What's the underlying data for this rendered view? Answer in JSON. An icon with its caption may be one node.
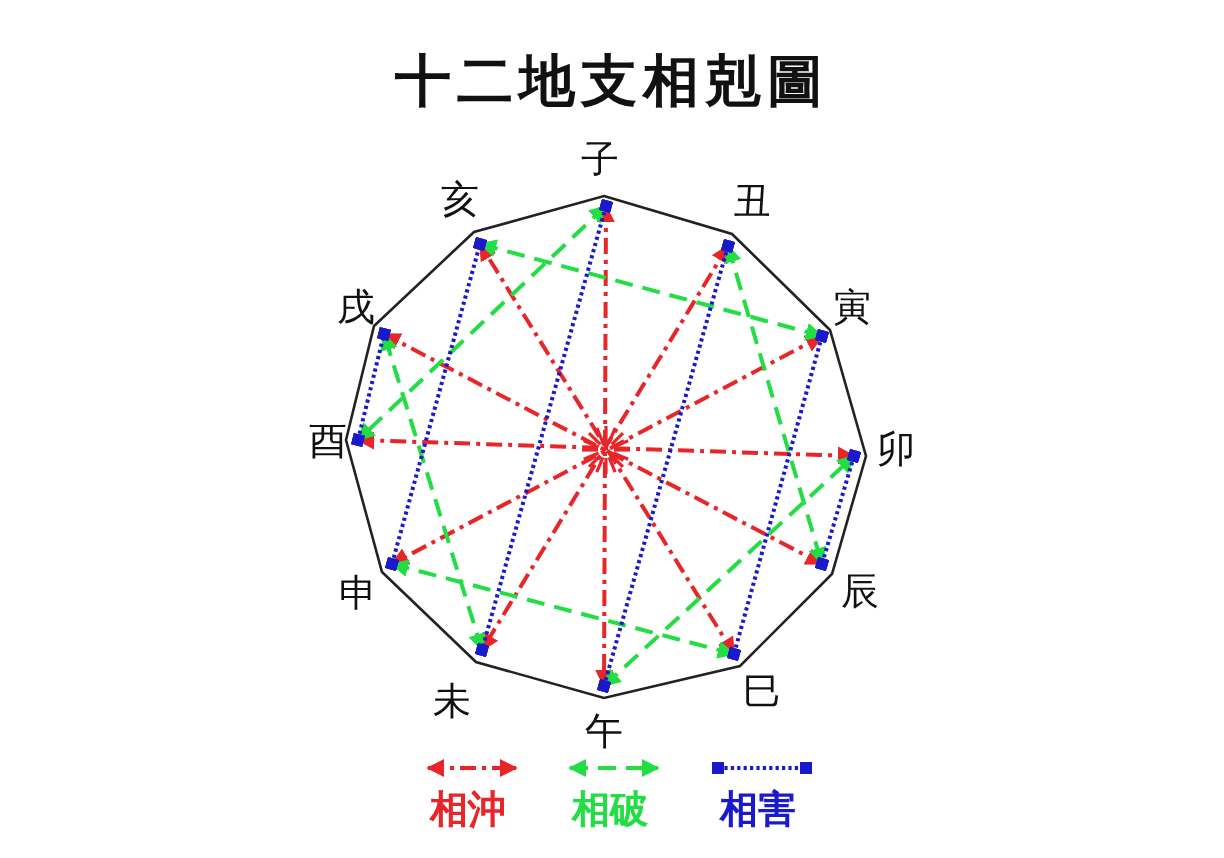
{
  "diagram": {
    "title": "十二地支相剋圖",
    "nodes": [
      {
        "text": [
          "子"
        ]
      },
      {
        "text": [
          "丑"
        ]
      },
      {
        "text": [
          "寅"
        ]
      },
      {
        "text": [
          "卯"
        ]
      },
      {
        "text": [
          "辰"
        ]
      },
      {
        "text": [
          "巳"
        ]
      },
      {
        "text": [
          "午"
        ]
      },
      {
        "text": [
          "未"
        ]
      },
      {
        "text": [
          "申"
        ]
      },
      {
        "text": [
          "酉"
        ]
      },
      {
        "text": [
          "戌"
        ]
      },
      {
        "text": [
          "亥"
        ]
      }
    ],
    "edges": [
      {
        "from": 0,
        "to": 6,
        "arrow": "both",
        "style": "dashed",
        "color": "#e8262a"
      },
      {
        "from": 1,
        "to": 7,
        "arrow": "both",
        "style": "dashed",
        "color": "#e8262a"
      },
      {
        "from": 2,
        "to": 8,
        "arrow": "both",
        "style": "dashed",
        "color": "#e8262a"
      },
      {
        "from": 3,
        "to": 9,
        "arrow": "both",
        "style": "dashed",
        "color": "#e8262a"
      },
      {
        "from": 4,
        "to": 10,
        "arrow": "both",
        "style": "dashed",
        "color": "#e8262a"
      },
      {
        "from": 5,
        "to": 11,
        "arrow": "both",
        "style": "dashed",
        "color": "#e8262a"
      },
      {
        "from": 0,
        "to": 9,
        "arrow": "both",
        "style": "dashed",
        "color": "#22dd44"
      },
      {
        "from": 6,
        "to": 3,
        "arrow": "both",
        "style": "dashed",
        "color": "#22dd44"
      },
      {
        "from": 1,
        "to": 4,
        "arrow": "both",
        "style": "dashed",
        "color": "#22dd44"
      },
      {
        "from": 7,
        "to": 10,
        "arrow": "both",
        "style": "dashed",
        "color": "#22dd44"
      },
      {
        "from": 2,
        "to": 11,
        "arrow": "both",
        "style": "dashed",
        "color": "#22dd44"
      },
      {
        "from": 5,
        "to": 8,
        "arrow": "both",
        "style": "dashed",
        "color": "#22dd44"
      },
      {
        "from": 0,
        "to": 7,
        "arrow": "other",
        "style": "dashed",
        "color": "#1a1acc"
      },
      {
        "from": 1,
        "to": 6,
        "arrow": "other",
        "style": "dashed",
        "color": "#1a1acc"
      },
      {
        "from": 2,
        "to": 5,
        "arrow": "other",
        "style": "dashed",
        "color": "#1a1acc"
      },
      {
        "from": 3,
        "to": 4,
        "arrow": "other",
        "style": "dashed",
        "color": "#1a1acc"
      },
      {
        "from": 8,
        "to": 11,
        "arrow": "other",
        "style": "dashed",
        "color": "#1a1acc"
      },
      {
        "from": 9,
        "to": 10,
        "arrow": "other",
        "style": "dashed",
        "color": "#1a1acc"
      }
    ],
    "legend": [
      {
        "text": "相沖"
      },
      {
        "text": "相破"
      },
      {
        "text": "相害"
      }
    ]
  }
}
